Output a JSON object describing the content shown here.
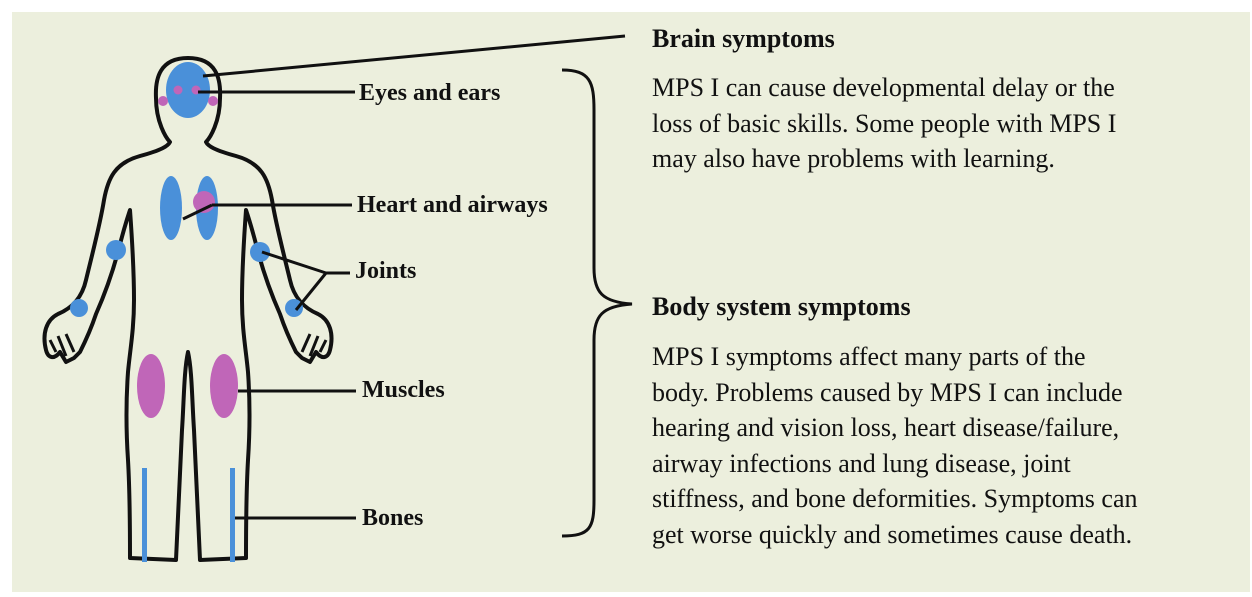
{
  "labels": {
    "eyes_ears": "Eyes and ears",
    "heart_airways": "Heart and airways",
    "joints": "Joints",
    "muscles": "Muscles",
    "bones": "Bones"
  },
  "brain": {
    "heading": "Brain symptoms",
    "lines": [
      "MPS I can cause developmental delay or the",
      "loss of basic skills. Some people with MPS I",
      "may also have problems with learning."
    ]
  },
  "body_system": {
    "heading": "Body system symptoms",
    "lines": [
      "MPS I symptoms affect many parts of the",
      "body. Problems caused by MPS I can include",
      "hearing and vision loss, heart disease/failure,",
      "airway infections and lung disease, joint",
      "stiffness, and bone deformities. Symptoms can",
      "get worse quickly and sometimes cause death."
    ]
  },
  "colors": {
    "background": "#ecefdd",
    "blue_marker": "#4a90d9",
    "pink_marker": "#c066b8"
  }
}
